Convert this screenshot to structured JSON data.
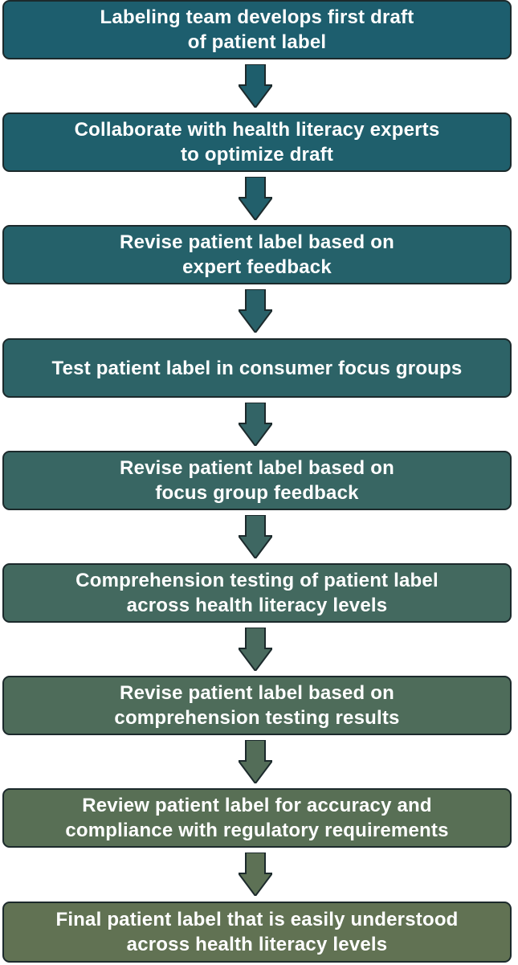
{
  "flowchart": {
    "steps": [
      {
        "label": "Labeling team develops first draft\nof patient label",
        "color": "#1d5e6e"
      },
      {
        "label": "Collaborate with health literacy experts\nto optimize draft",
        "color": "#1f5f6c"
      },
      {
        "label": "Revise patient label based on\nexpert feedback",
        "color": "#25616a"
      },
      {
        "label": "Test patient label in consumer focus groups",
        "color": "#2d6367"
      },
      {
        "label": "Revise patient label based on\nfocus group feedback",
        "color": "#386663"
      },
      {
        "label": "Comprehension testing of patient label\nacross health literacy levels",
        "color": "#43695f"
      },
      {
        "label": "Revise patient label based on\ncomprehension testing results",
        "color": "#4e6c5a"
      },
      {
        "label": "Review patient label for accuracy and\ncompliance with regulatory requirements",
        "color": "#586f55"
      },
      {
        "label": "Final patient label that is easily understood\nacross health literacy levels",
        "color": "#617253"
      }
    ],
    "arrow_colors": [
      "#1e5e6c",
      "#225f6b",
      "#296169",
      "#336466",
      "#3e6762",
      "#496a5e",
      "#536d58",
      "#5d7155"
    ]
  }
}
